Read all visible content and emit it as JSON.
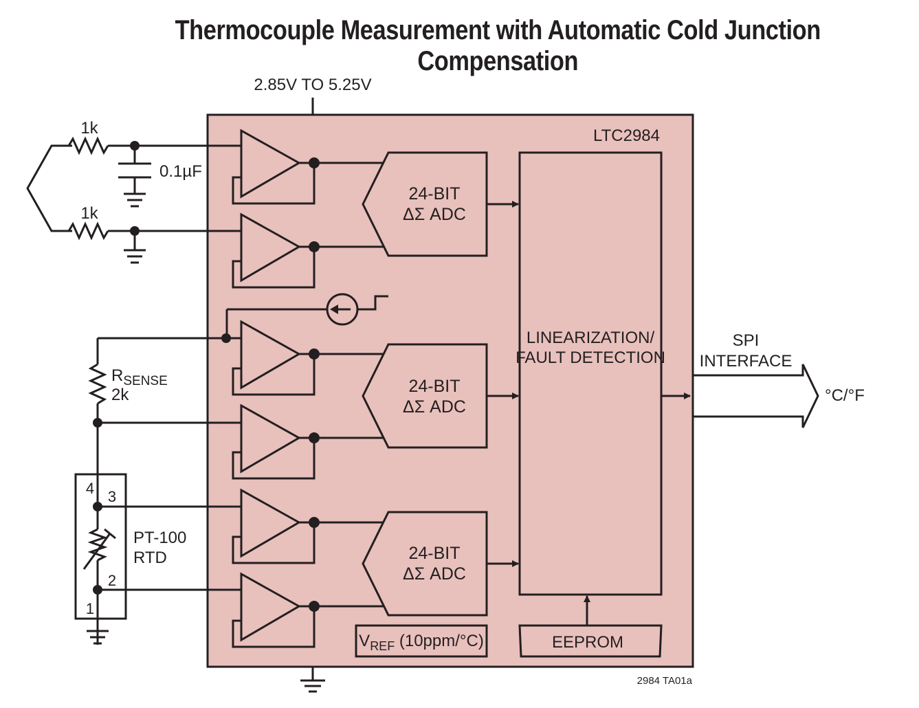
{
  "title": "Thermocouple Measurement with Automatic Cold Junction Compensation",
  "supply": "2.85V TO 5.25V",
  "chip_name": "LTC2984",
  "resistor_top": "1k",
  "resistor_bottom": "1k",
  "capacitor": "0.1µF",
  "adc_line1": "24-BIT",
  "adc_line2": "ΔΣ ADC",
  "linearization_line1": "LINEARIZATION/",
  "linearization_line2": "FAULT DETECTION",
  "spi_line1": "SPI",
  "spi_line2": "INTERFACE",
  "output": "°C/°F",
  "rsense_r": "R",
  "rsense_sub": "SENSE",
  "rsense_value": "2k",
  "rtd_line1": "PT-100",
  "rtd_line2": "RTD",
  "pins": {
    "p4": "4",
    "p3": "3",
    "p2": "2",
    "p1": "1"
  },
  "vref_v": "V",
  "vref_sub": "REF",
  "vref_rest": " (10ppm/°C)",
  "eeprom": "EEPROM",
  "figure_id": "2984 TA01a",
  "colors": {
    "chip_fill": "#e8c0bc",
    "line": "#231f20"
  }
}
